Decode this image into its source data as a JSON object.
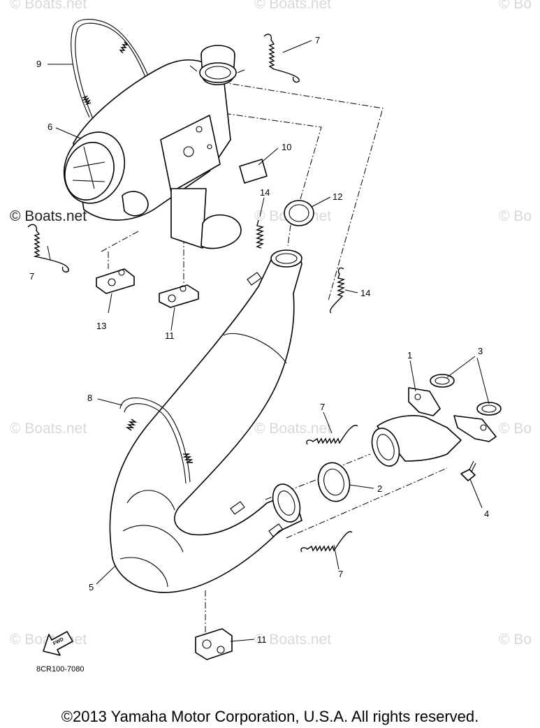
{
  "watermarks": [
    "© Boats.net",
    "© Boats.net",
    "© Bo",
    "© Boats.net",
    "© Boats.net",
    "© Bo",
    "© Boats.net",
    "© Boats.net",
    "© Bo",
    "© Boats.net",
    "© Boats.net",
    "© Bo"
  ],
  "watermark_dark": "© Boats.net",
  "callouts": {
    "c1": "1",
    "c2": "2",
    "c3": "3",
    "c4": "4",
    "c5": "5",
    "c6": "6",
    "c7a": "7",
    "c7b": "7",
    "c7c": "7",
    "c7d": "7",
    "c8": "8",
    "c9": "9",
    "c10": "10",
    "c11a": "11",
    "c11b": "11",
    "c12": "12",
    "c13": "13",
    "c14a": "14",
    "c14b": "14"
  },
  "fwd_label": "FWD",
  "diagram_code": "8CR100-7080",
  "copyright": "©2013 Yamaha Motor Corporation, U.S.A. All rights reserved."
}
